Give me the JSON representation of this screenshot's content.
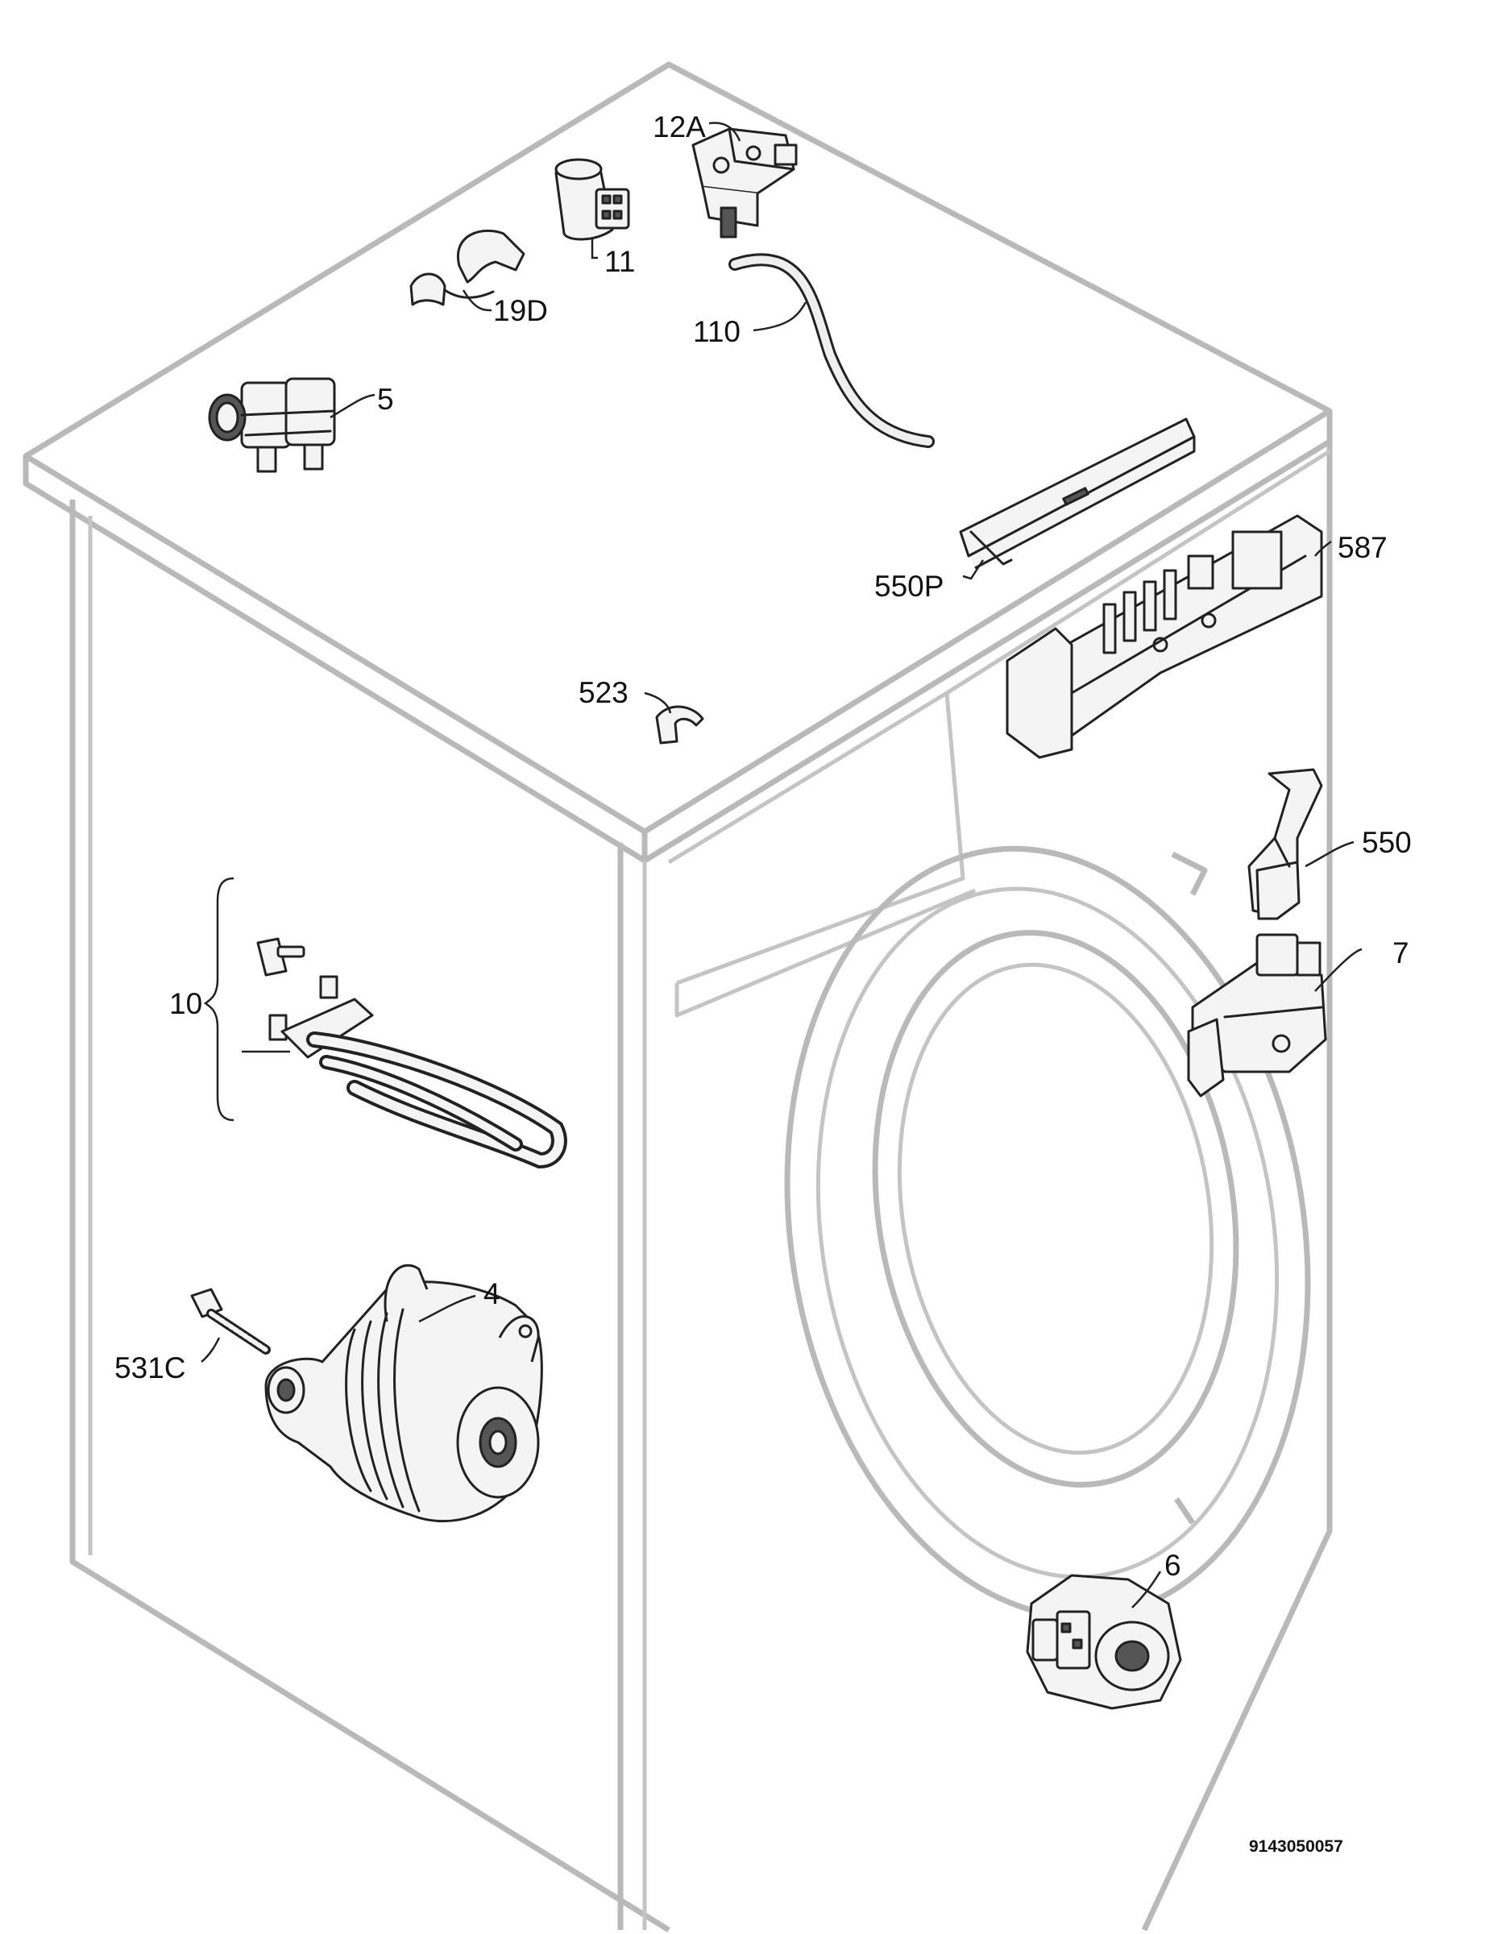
{
  "diagram": {
    "document_id": "9143050057",
    "labels": [
      {
        "key": "12A",
        "text": "12A"
      },
      {
        "key": "11",
        "text": "11"
      },
      {
        "key": "19D",
        "text": "19D"
      },
      {
        "key": "110",
        "text": "110"
      },
      {
        "key": "5",
        "text": "5"
      },
      {
        "key": "550P",
        "text": "550P"
      },
      {
        "key": "587",
        "text": "587"
      },
      {
        "key": "523",
        "text": "523"
      },
      {
        "key": "550",
        "text": "550"
      },
      {
        "key": "7",
        "text": "7"
      },
      {
        "key": "10",
        "text": "10"
      },
      {
        "key": "4",
        "text": "4"
      },
      {
        "key": "531C",
        "text": "531C"
      },
      {
        "key": "6",
        "text": "6"
      }
    ]
  }
}
